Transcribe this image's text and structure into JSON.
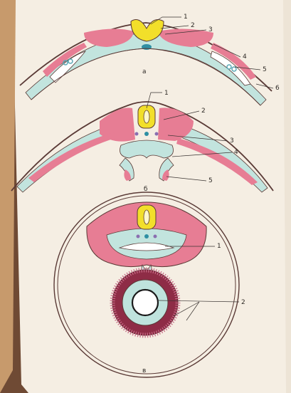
{
  "panels": [
    {
      "id": "a",
      "caption": "а",
      "labels": [
        "1",
        "2",
        "3",
        "4",
        "5",
        "6"
      ]
    },
    {
      "id": "b",
      "caption": "б",
      "labels": [
        "1",
        "2",
        "3",
        "4",
        "5"
      ]
    },
    {
      "id": "c",
      "caption": "в",
      "labels": [
        "1",
        "2"
      ]
    }
  ],
  "colors": {
    "page": "#f4ede2",
    "ectoderm_pink": "#e77d94",
    "mesoderm_blue": "#bfe3dd",
    "neural_yellow": "#f2df2a",
    "notochord_teal": "#5aa7b4",
    "gut_maroon": "#8e2c46",
    "outline": "#5a3a36"
  }
}
